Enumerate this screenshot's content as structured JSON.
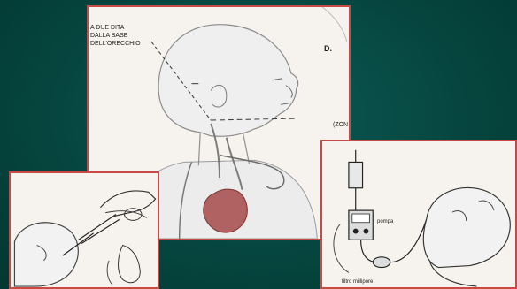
{
  "main_panel": {
    "label_line1": "A DUE DITA",
    "label_line2": "DALLA BASE",
    "label_line3": "DELL'ORECCHIO",
    "label_d": "D.",
    "label_zon": "(ZON"
  },
  "left_panel": {},
  "right_panel": {
    "label_pompa": "pompa",
    "label_filtro": "filtro millipore"
  },
  "colors": {
    "background": "#064640",
    "panel_border": "#c94a45",
    "panel_fill": "#f6f3ee",
    "heart_red": "#9a3030"
  }
}
